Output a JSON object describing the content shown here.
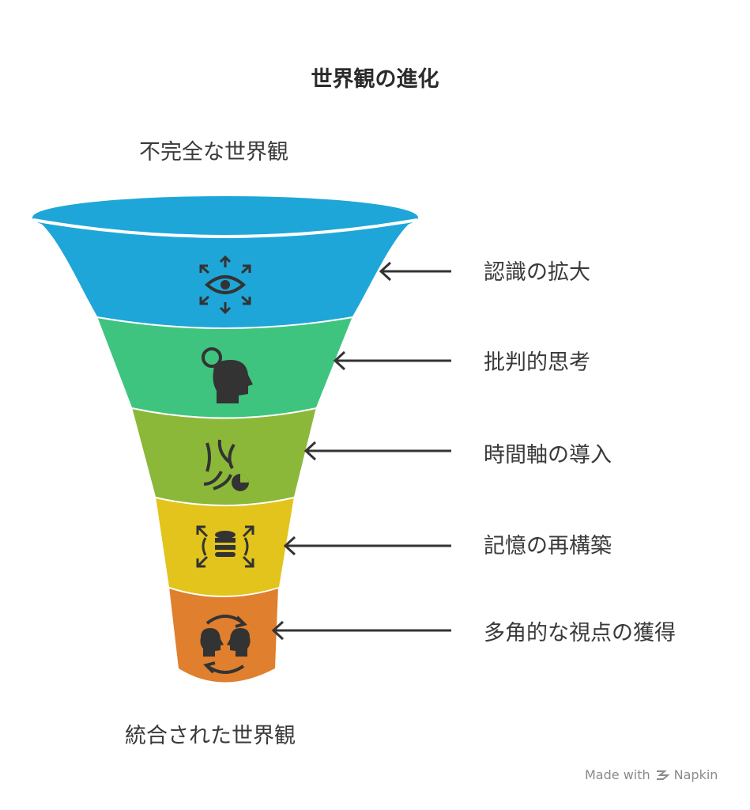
{
  "title": "世界観の進化",
  "top_label": "不完全な世界観",
  "bottom_label": "統合された世界観",
  "stages": [
    {
      "label": "認識の拡大",
      "color": "#1fa6d8",
      "icon": "eye-expand-icon"
    },
    {
      "label": "批判的思考",
      "color": "#3ec47e",
      "icon": "head-search-icon"
    },
    {
      "label": "時間軸の導入",
      "color": "#8cb83a",
      "icon": "wind-clock-icon"
    },
    {
      "label": "記憶の再構築",
      "color": "#e2c41c",
      "icon": "database-expand-icon"
    },
    {
      "label": "多角的な視点の獲得",
      "color": "#e07f2e",
      "icon": "people-exchange-icon"
    }
  ],
  "credit": {
    "made_with": "Made with",
    "brand": "Napkin"
  }
}
